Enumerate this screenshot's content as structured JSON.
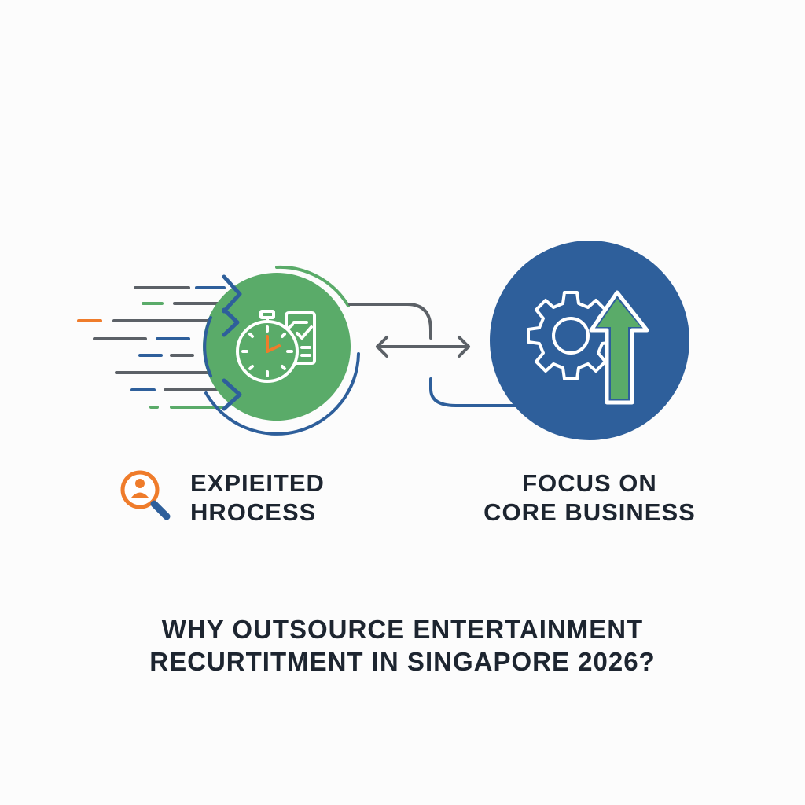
{
  "left_step": {
    "line1": "EXPIEITED",
    "line2": "HROCESS",
    "icon": "recruiter-search-icon",
    "main_icon": "stopwatch-checklist-icon"
  },
  "right_step": {
    "line1": "FOCUS ON",
    "line2": "CORE BUSINESS",
    "main_icon": "gear-growth-arrow-icon"
  },
  "title": {
    "line1": "WHY OUTSOURCE ENTERTAINMENT",
    "line2": "RECURTITMENT IN SINGAPORE 2026?"
  },
  "colors": {
    "green": "#5aab69",
    "blue": "#2e5f9b",
    "orange": "#ef7c2b",
    "gray": "#5c6167",
    "text": "#1d2530"
  }
}
